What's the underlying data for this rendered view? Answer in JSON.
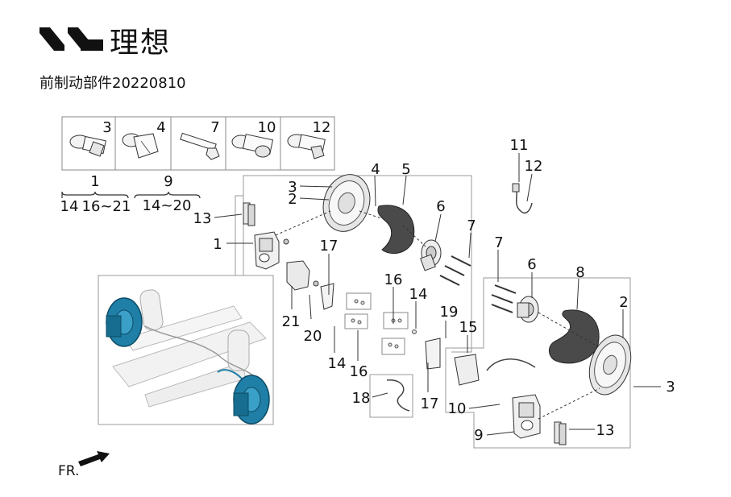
{
  "brand": {
    "name": "理想",
    "logo_icon": "li-auto-logo-icon"
  },
  "document": {
    "title": "前制动部件20220810"
  },
  "fastener_panel": {
    "items": [
      {
        "number": "3",
        "icon": "bolt-icon"
      },
      {
        "number": "4",
        "icon": "flange-bolt-icon"
      },
      {
        "number": "7",
        "icon": "long-bolt-icon"
      },
      {
        "number": "10",
        "icon": "bolt-icon"
      },
      {
        "number": "12",
        "icon": "bolt-icon"
      }
    ],
    "group_1": {
      "label": "1",
      "members": [
        "14",
        "16~21"
      ]
    },
    "group_9": {
      "label": "9",
      "members": "14~20"
    }
  },
  "callouts": {
    "c13a": "13",
    "c1a": "1",
    "c3a": "3",
    "c2a": "2",
    "c4a": "4",
    "c5a": "5",
    "c6a": "6",
    "c7a": "7",
    "c17a": "17",
    "c21": "21",
    "c20": "20",
    "c14a": "14",
    "c16a": "16",
    "c16b": "16",
    "c14b": "14",
    "c19": "19",
    "c15": "15",
    "c17b": "17",
    "c18": "18",
    "c11": "11",
    "c12": "12",
    "c7b": "7",
    "c6b": "6",
    "c8": "8",
    "c2b": "2",
    "c3b": "3",
    "c10": "10",
    "c9": "9",
    "c13b": "13"
  },
  "orientation": {
    "label": "FR."
  },
  "colors": {
    "highlight": "#1f7fa6",
    "line": "#222222"
  }
}
